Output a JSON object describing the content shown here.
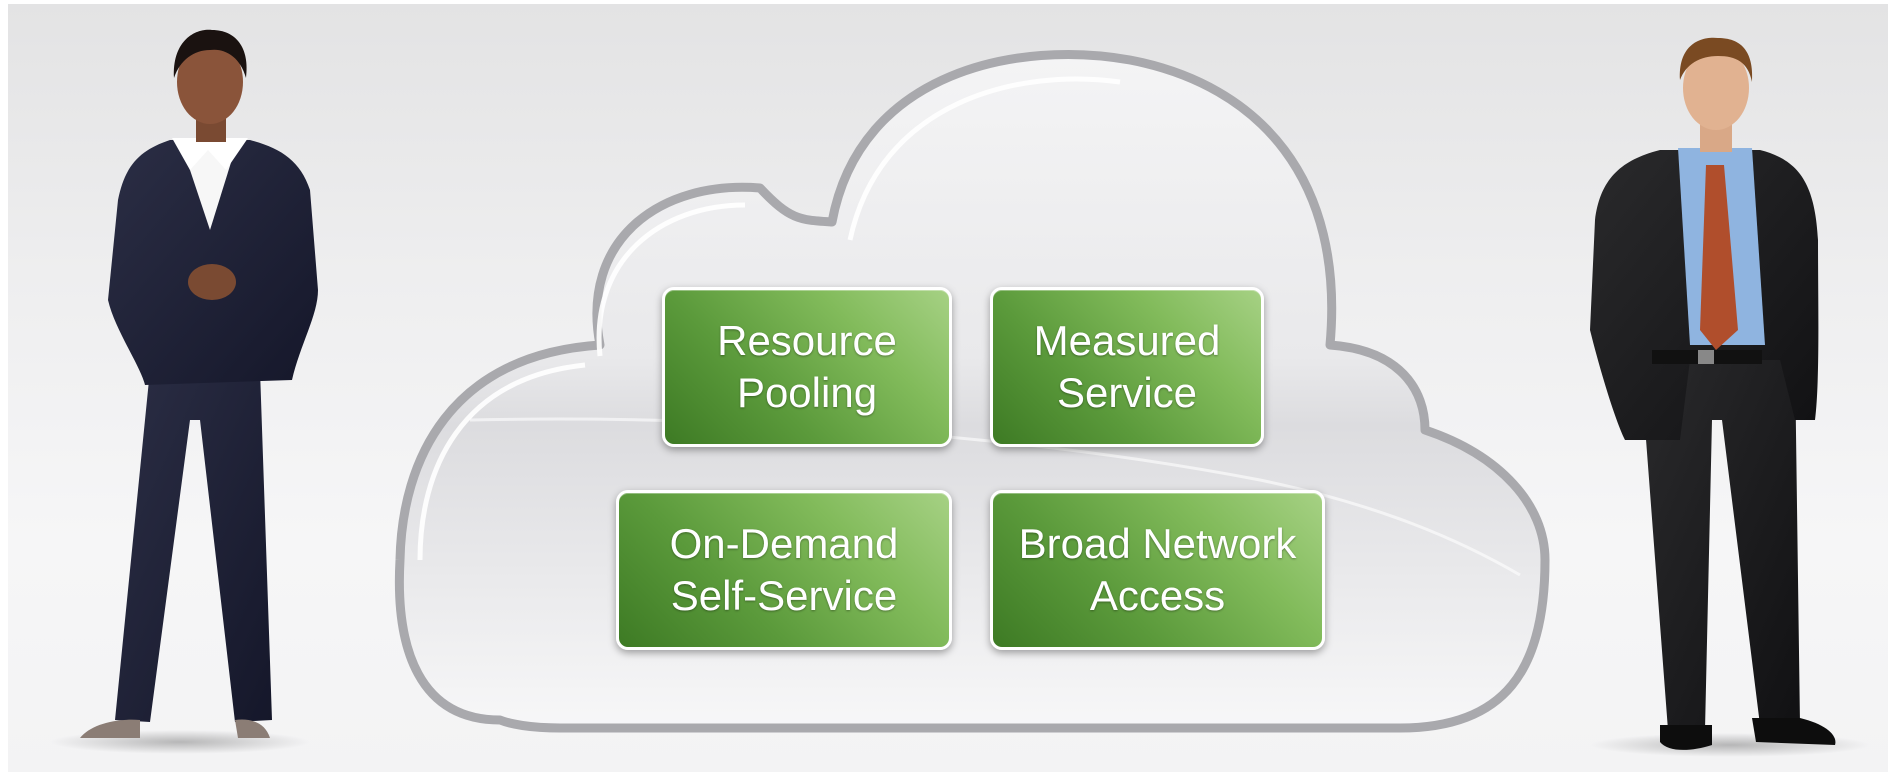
{
  "diagram": {
    "cloud": {
      "tiles": [
        {
          "id": "resource-pooling",
          "lines": [
            "Resource",
            "Pooling"
          ]
        },
        {
          "id": "measured-service",
          "lines": [
            "Measured",
            "Service"
          ]
        },
        {
          "id": "on-demand-self-service",
          "lines": [
            "On-Demand",
            "Self-Service"
          ]
        },
        {
          "id": "broad-network-access",
          "lines": [
            "Broad Network",
            "Access"
          ]
        }
      ]
    },
    "people": {
      "left": "businesswoman",
      "right": "businessman"
    }
  },
  "colors": {
    "tile_green_dark": "#3d7a24",
    "tile_green_light": "#a6d184",
    "cloud_outline": "#a9a9ad",
    "background": "#eeeeef"
  }
}
